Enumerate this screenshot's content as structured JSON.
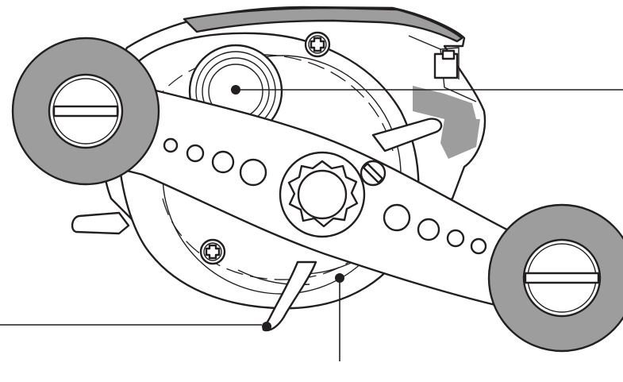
{
  "figure": {
    "subject": "baitcasting-reel-side-view",
    "colors": {
      "outline": "#231f20",
      "gray": "#9d9d9d",
      "light_gray": "#ececec",
      "white": "#ffffff"
    },
    "callouts": [
      {
        "target": "spool-tension-knob",
        "text": ""
      },
      {
        "target": "thumb-bar",
        "text": ""
      },
      {
        "target": "spool",
        "text": ""
      }
    ]
  }
}
